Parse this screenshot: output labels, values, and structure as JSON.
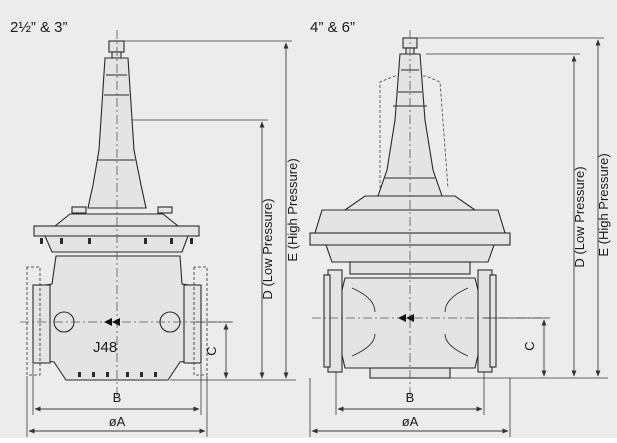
{
  "colors": {
    "background": "#ececec",
    "body_fill": "#e4e4e4",
    "outline": "#2a2a2a",
    "dimension_line": "#3a3a3a"
  },
  "left_view": {
    "title": "2½” & 3”",
    "dim_d": "D (Low Pressure)",
    "dim_e": "E (High Pressure)",
    "dim_c": "C",
    "dim_b": "B",
    "dim_a": "øA",
    "body_mark": "J48",
    "flow_icon": "flow-arrow-icon"
  },
  "right_view": {
    "title": "4” & 6”",
    "dim_d": "D (Low Pressure)",
    "dim_e": "E (High Pressure)",
    "dim_c": "C",
    "dim_b": "B",
    "dim_a": "øA",
    "flow_icon": "flow-arrow-icon"
  }
}
